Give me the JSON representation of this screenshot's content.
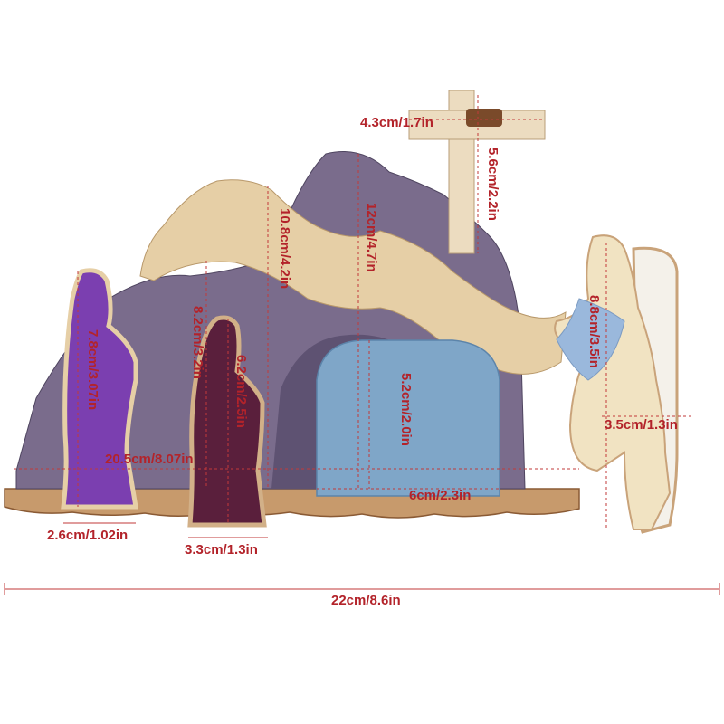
{
  "colors": {
    "dimension_line": "#c23a3a",
    "dimension_text": "#b3232a",
    "wood_light": "#e6cfa6",
    "wood_purple": "#7a6c8c",
    "tomb_stone": "#7fa6c8",
    "figure_purple": "#7b3fb0",
    "figure_plum": "#5a1f3c",
    "figure_white": "#f4f1ea",
    "figure_blue_sash": "#9ab8dc"
  },
  "dimensions": {
    "total_width": "22cm/8.6in",
    "backdrop_width": "20.5cm/8.07in",
    "cross_width": "4.3cm/1.7in",
    "cross_height": "5.6cm/2.2in",
    "front_hill_height": "10.8cm/4.2in",
    "back_hill_height": "12cm/4.7in",
    "angel_height": "8.8cm/3.5in",
    "angel_width": "3.5cm/1.3in",
    "purple_figure_height": "7.8cm/3.07in",
    "purple_figure_width": "2.6cm/1.02in",
    "plum_figure_height": "6.2cm/2.5in",
    "plum_figure_width": "3.3cm/1.3in",
    "middle_hill_height": "8.2cm/3.2in",
    "tomb_height": "5.2cm/2.0in",
    "tomb_width": "6cm/2.3in"
  }
}
